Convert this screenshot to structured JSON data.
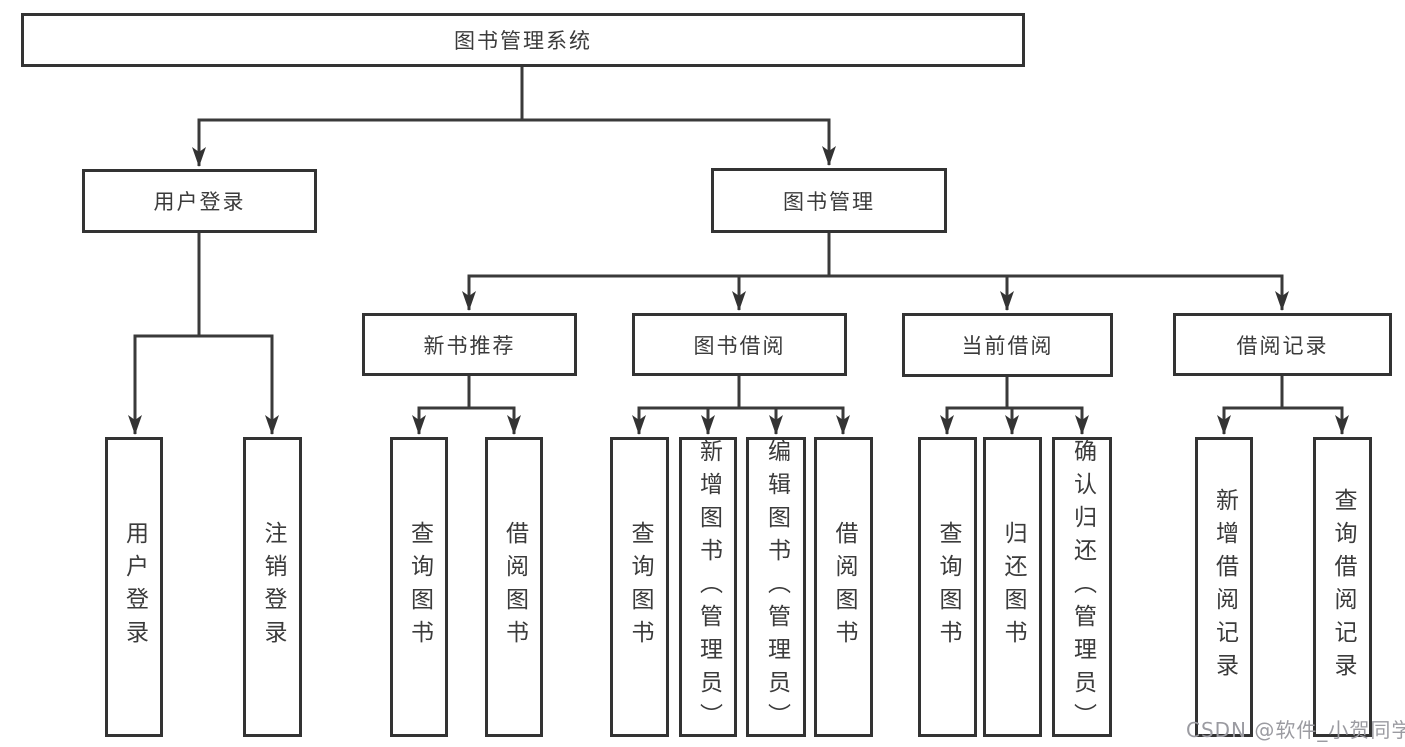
{
  "diagram": {
    "root": {
      "label": "图书管理系统"
    },
    "level2": [
      {
        "label": "用户登录"
      },
      {
        "label": "图书管理"
      }
    ],
    "level3": [
      {
        "label": "新书推荐"
      },
      {
        "label": "图书借阅"
      },
      {
        "label": "当前借阅"
      },
      {
        "label": "借阅记录"
      }
    ],
    "leaves": [
      {
        "label": "用户登录"
      },
      {
        "label": "注销登录"
      },
      {
        "label": "查询图书"
      },
      {
        "label": "借阅图书"
      },
      {
        "label": "查询图书"
      },
      {
        "label": "新增图书（管理员）"
      },
      {
        "label": "编辑图书（管理员）"
      },
      {
        "label": "借阅图书"
      },
      {
        "label": "查询图书"
      },
      {
        "label": "归还图书"
      },
      {
        "label": "确认归还（管理员）"
      },
      {
        "label": "新增借阅记录"
      },
      {
        "label": "查询借阅记录"
      }
    ],
    "colors": {
      "line": "#3a3a3a",
      "border": "#333333",
      "text": "#3b3b3b",
      "background": "#ffffff",
      "watermark": "#9b9ba1"
    }
  },
  "watermark": {
    "text": "CSDN @软件_小贺同学"
  }
}
